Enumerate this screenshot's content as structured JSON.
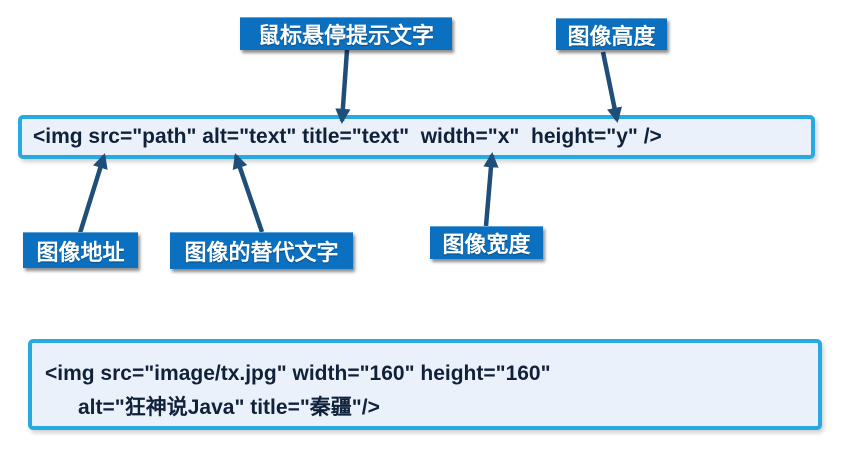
{
  "colors": {
    "label_bg": "#0b70c0",
    "label_text": "#ffffff",
    "arrow": "#1f4e79",
    "code_border": "#29a9e2",
    "code_bg": "#eaf1fa",
    "code_text": "#10213a"
  },
  "annotations": {
    "tooltip_label": "鼠标悬停提示文字",
    "image_height_label": "图像高度",
    "image_src_label": "图像地址",
    "image_alt_label": "图像的替代文字",
    "image_width_label": "图像宽度"
  },
  "syntax_box": {
    "code": "<img src=\"path\" alt=\"text\" title=\"text\"  width=\"x\"  height=\"y\" />"
  },
  "example_box": {
    "line1": "<img src=\"image/tx.jpg\" width=\"160\" height=\"160\"",
    "line2": "alt=\"狂神说Java\" title=\"秦疆\"/>"
  }
}
